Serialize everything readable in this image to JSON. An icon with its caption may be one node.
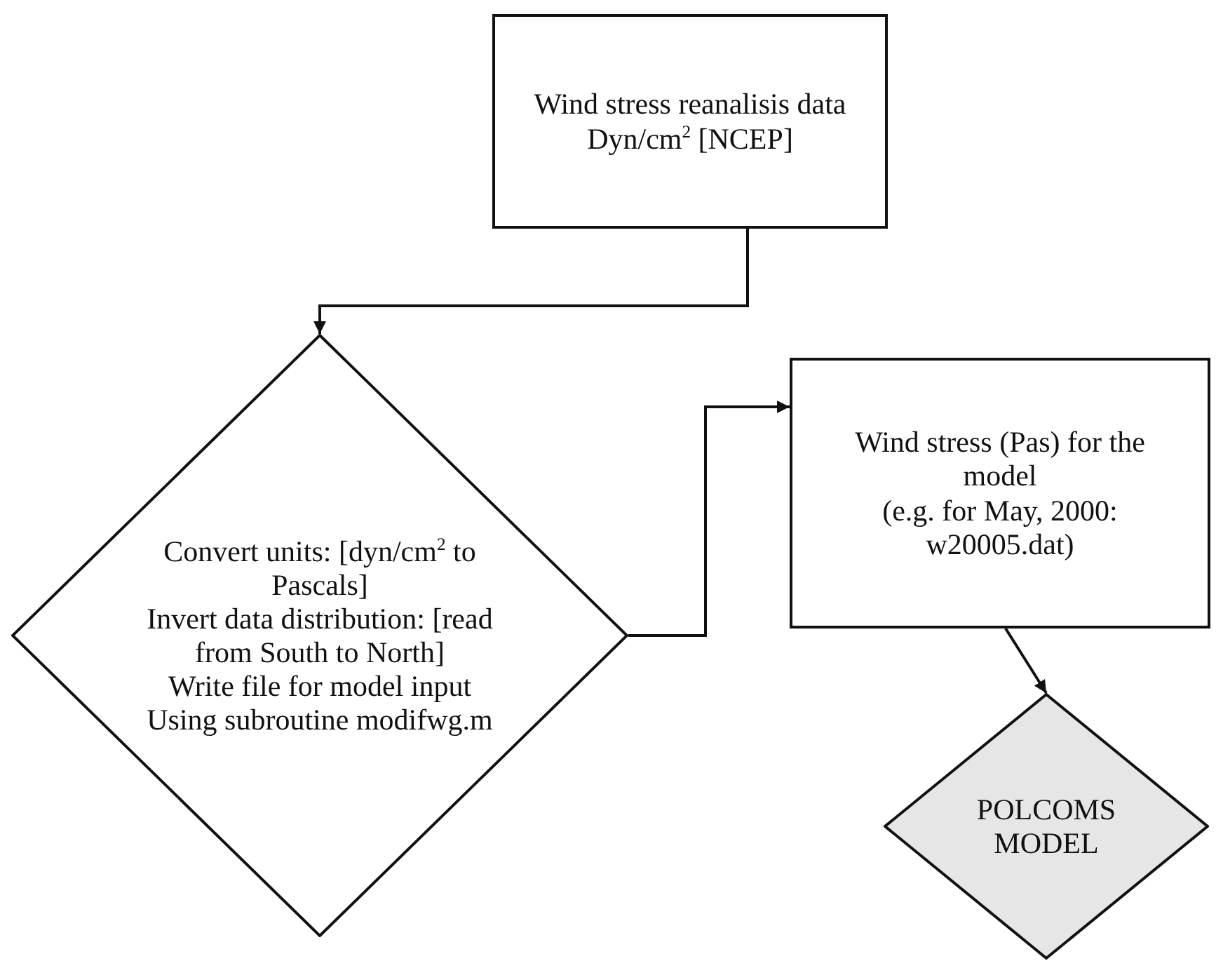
{
  "diagram": {
    "nodes": [
      {
        "text": [
          "Wind stress reanalisis data Dyn/cm$^{2}$ [NCEP]"
        ]
      },
      {
        "text": [
          "Convert units: [dyn/cm$^{2}$ to Pascals]",
          "Invert data distribution: [read from South to North]",
          "Write file for model input Using subroutine modifwg.m"
        ]
      },
      {
        "text": [
          "Wind stress (Pas) for the model",
          "(e.g. for May, 2000: w20005.dat)"
        ]
      },
      {
        "text": [
          "POLCOMS MODEL"
        ]
      }
    ],
    "edges": [
      {
        "from": 0,
        "to": 1,
        "arrow": "to"
      },
      {
        "from": 1,
        "to": 2,
        "arrow": "to"
      },
      {
        "from": 2,
        "to": 3,
        "arrow": "to"
      }
    ]
  }
}
